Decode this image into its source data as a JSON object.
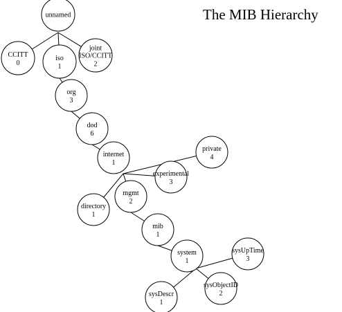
{
  "title": "The MIB Hierarchy",
  "nodes": [
    {
      "id": "unnamed",
      "name": "unnamed",
      "number": ""
    },
    {
      "id": "ccitt",
      "name": "CCITT",
      "number": "0"
    },
    {
      "id": "iso",
      "name": "iso",
      "number": "1"
    },
    {
      "id": "joint",
      "name": "joint\nISO/CCITT",
      "number": "2"
    },
    {
      "id": "org",
      "name": "org",
      "number": "3"
    },
    {
      "id": "dod",
      "name": "dod",
      "number": "6"
    },
    {
      "id": "internet",
      "name": "internet",
      "number": "1"
    },
    {
      "id": "private",
      "name": "private",
      "number": "4"
    },
    {
      "id": "experimental",
      "name": "experimental",
      "number": "3"
    },
    {
      "id": "directory",
      "name": "directory",
      "number": "1"
    },
    {
      "id": "mgmt",
      "name": "mgmt",
      "number": "2"
    },
    {
      "id": "mib",
      "name": "mib",
      "number": "1"
    },
    {
      "id": "system",
      "name": "system",
      "number": "1"
    },
    {
      "id": "sysUpTime",
      "name": "sysUpTime",
      "number": "3"
    },
    {
      "id": "sysObjectID",
      "name": "sysObjectID",
      "number": "2"
    },
    {
      "id": "sysDescr",
      "name": "sysDescr",
      "number": "1"
    }
  ],
  "edges": [
    [
      "unnamed",
      "ccitt"
    ],
    [
      "unnamed",
      "iso"
    ],
    [
      "unnamed",
      "joint"
    ],
    [
      "iso",
      "org"
    ],
    [
      "org",
      "dod"
    ],
    [
      "dod",
      "internet"
    ],
    [
      "internet",
      "private"
    ],
    [
      "internet",
      "experimental"
    ],
    [
      "internet",
      "directory"
    ],
    [
      "internet",
      "mgmt"
    ],
    [
      "mgmt",
      "mib"
    ],
    [
      "mib",
      "system"
    ],
    [
      "system",
      "sysUpTime"
    ],
    [
      "system",
      "sysObjectID"
    ],
    [
      "system",
      "sysDescr"
    ]
  ]
}
